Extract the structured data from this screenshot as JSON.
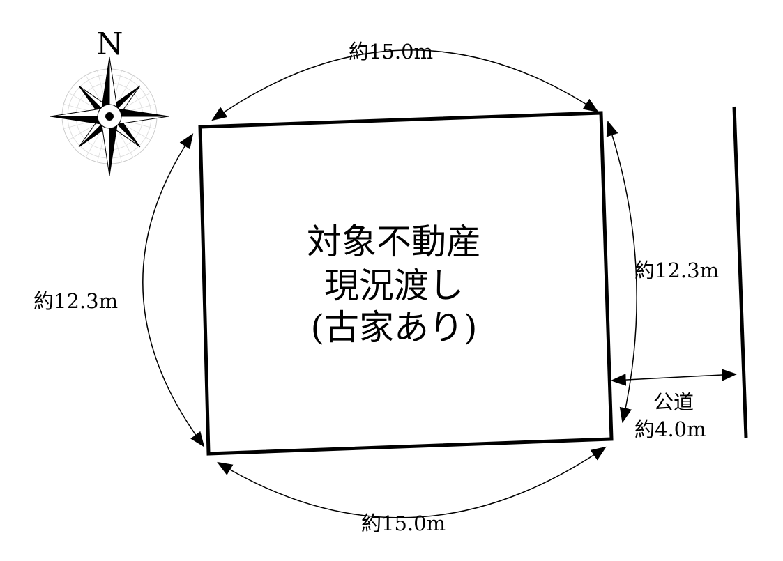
{
  "compass": {
    "north_label": "N"
  },
  "property": {
    "lines": [
      "対象不動産",
      "現況渡し",
      "(古家あり)"
    ]
  },
  "dimensions": {
    "top": "約15.0m",
    "bottom": "約15.0m",
    "left": "約12.3m",
    "right": "約12.3m"
  },
  "road": {
    "label": "公道",
    "width": "約4.0m"
  },
  "colors": {
    "line": "#000000",
    "background": "#ffffff"
  }
}
